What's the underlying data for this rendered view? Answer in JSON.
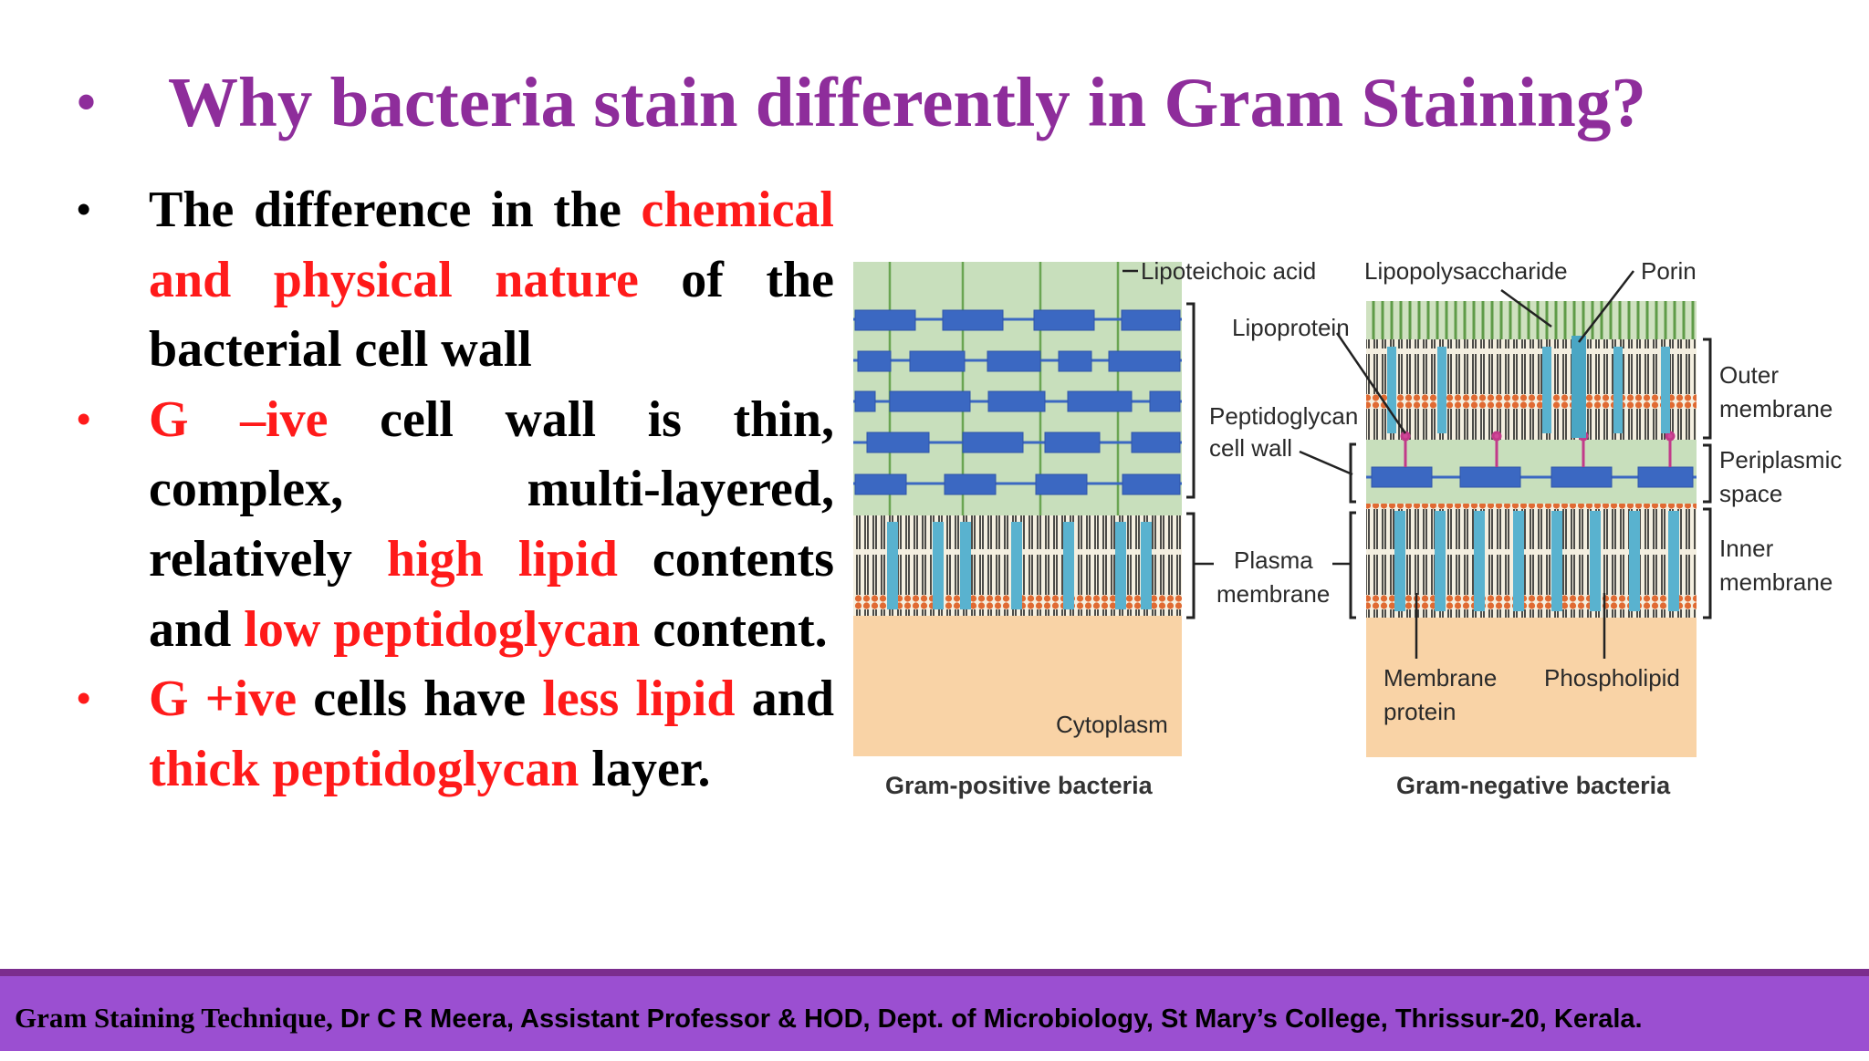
{
  "title": {
    "bullet": "•",
    "text": "Why bacteria stain differently in Gram  Staining?"
  },
  "bullets": {
    "b1": {
      "dot": "•",
      "t1": "The difference in the ",
      "t2": "chemical and physical nature",
      "t3": " of the bacterial cell wall"
    },
    "b2": {
      "dot": "•",
      "t1": "G –ive",
      "t2": " cell wall is thin, complex, multi-layered, relatively ",
      "t3": "high lipid",
      "t4": " contents and ",
      "t5": "low peptidoglycan",
      "t6": " content."
    },
    "b3": {
      "dot": "•",
      "t1": "G +ive",
      "t2": " cells have ",
      "t3": "less lipid",
      "t4": " and ",
      "t5": "thick peptidoglycan",
      "t6": " layer."
    }
  },
  "diagram": {
    "lipoteichoic": "Lipoteichoic acid",
    "lipopolysaccharide": "Lipopolysaccharide",
    "porin": "Porin",
    "lipoprotein": "Lipoprotein",
    "peptidoglycan_1": "Peptidoglycan",
    "peptidoglycan_2": "cell wall",
    "outer_1": "Outer",
    "outer_2": "membrane",
    "periplasmic_1": "Periplasmic",
    "periplasmic_2": "space",
    "plasma_1": "Plasma",
    "plasma_2": "membrane",
    "inner_1": "Inner",
    "inner_2": "membrane",
    "membrane_protein_1": "Membrane",
    "membrane_protein_2": "protein",
    "phospholipid": "Phospholipid",
    "cytoplasm": "Cytoplasm",
    "gram_positive": "Gram-positive bacteria",
    "gram_negative": "Gram-negative bacteria"
  },
  "footer": {
    "lead": "Gram Staining Technique,",
    "rest": "  Dr C R Meera, Assistant Professor & HOD,  Dept. of Microbiology, St Mary’s College, Thrissur-20, Kerala."
  },
  "colors": {
    "title": "#8e2d9b",
    "emphasis": "#ff1a1a",
    "footer_bg": "#9b4fd1",
    "peptidoglycan": "#3b68c2",
    "cytoplasm": "#f9d3a6",
    "membrane": "#e57a3c"
  }
}
